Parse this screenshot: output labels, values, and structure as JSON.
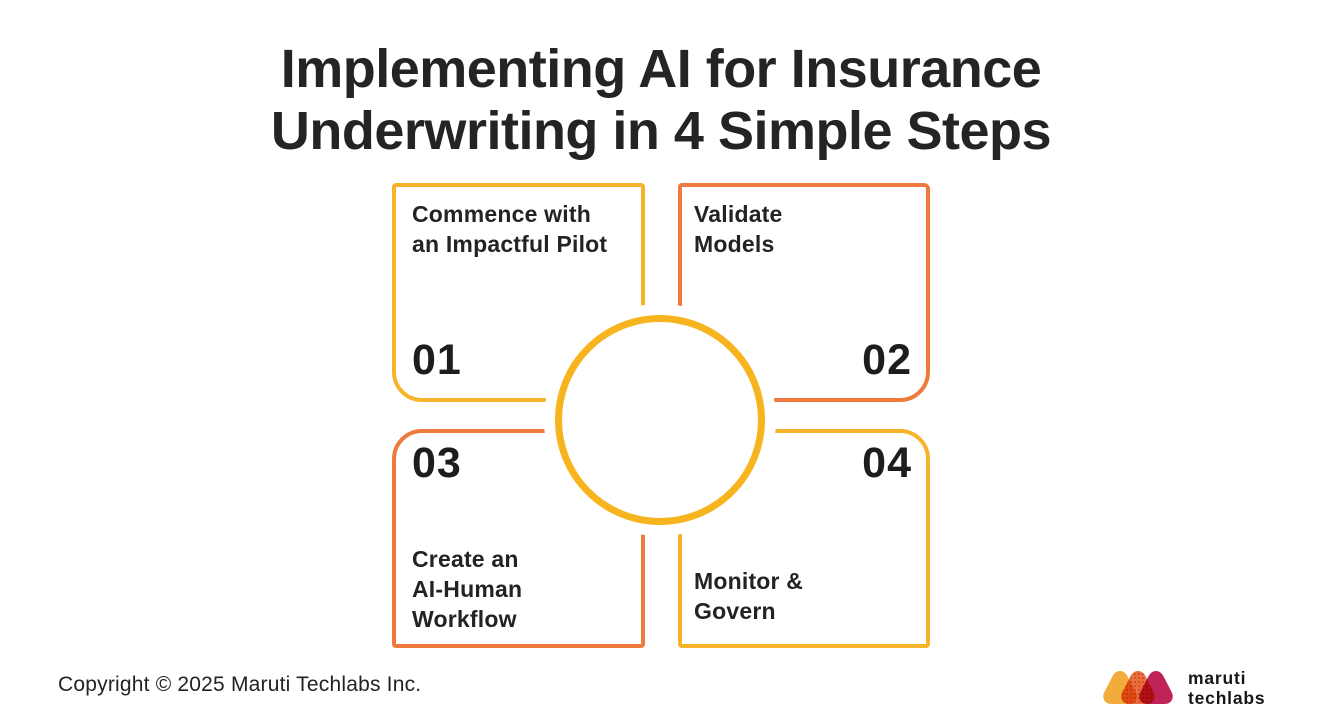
{
  "title": {
    "line1": "Implementing AI for Insurance",
    "line2": "Underwriting in 4 Simple Steps"
  },
  "steps": [
    {
      "number": "01",
      "label": "Commence with\nan Impactful Pilot",
      "accent": "#F7B32A"
    },
    {
      "number": "02",
      "label": "Validate\nModels",
      "accent": "#EF7A3E"
    },
    {
      "number": "03",
      "label": "Create an\nAI-Human\nWorkflow",
      "accent": "#EF7A3E"
    },
    {
      "number": "04",
      "label": "Monitor &\nGovern",
      "accent": "#F7B32A"
    }
  ],
  "circle": {
    "accent": "#F8B41F"
  },
  "footer": {
    "copyright": "Copyright © 2025 Maruti Techlabs Inc."
  },
  "logo": {
    "word1": "maruti",
    "word2": "techlabs",
    "pick_colors": [
      "#F2AC3C",
      "#EB6E3E",
      "#C02355"
    ],
    "dot_color": "#B5412B"
  },
  "colors": {
    "yellow": "#F7B32A",
    "orange": "#EF7A3E",
    "circle_yellow": "#F8B41F",
    "ink": "#232323",
    "background": "#FFFFFF"
  }
}
